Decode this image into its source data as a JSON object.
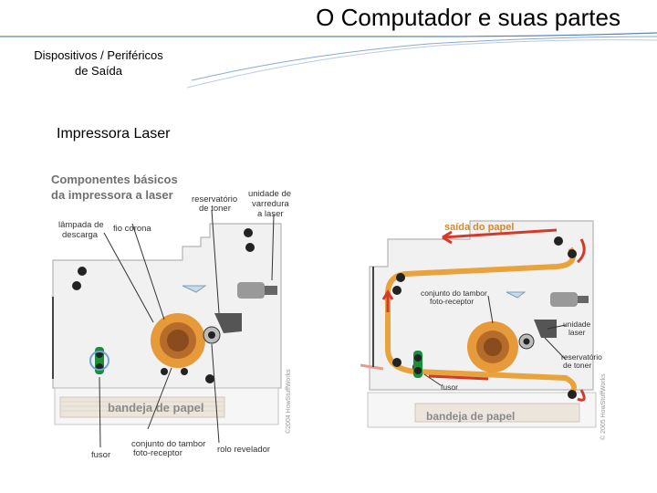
{
  "title": "O Computador e suas partes",
  "subtitle_line1": "Dispositivos / Periféricos",
  "subtitle_line2": "de Saída",
  "section_label": "Impressora Laser",
  "left_figure": {
    "heading_line1": "Componentes básicos",
    "heading_line2": "da impressora a laser",
    "lampada_1": "lâmpada de",
    "lampada_2": "descarga",
    "fio_corona": "fio corona",
    "reservatorio_1": "reservatório",
    "reservatorio_2": "de toner",
    "unidade_1": "unidade de",
    "unidade_2": "varredura",
    "unidade_3": "a laser",
    "bandeja": "bandeja de papel",
    "conjunto_1": "conjunto do tambor",
    "conjunto_2": "foto-receptor",
    "fusor": "fusor",
    "rolo": "rolo revelador",
    "copyright": "©2004 HowStuffWorks"
  },
  "right_figure": {
    "saida": "saída do papel",
    "conjunto_1": "conjunto do tambor",
    "conjunto_2": "foto-receptor",
    "unidade_1": "unidade",
    "unidade_2": "laser",
    "reservatorio_1": "reservatório",
    "reservatorio_2": "de toner",
    "fusor": "fusor",
    "bandeja": "bandeja de papel",
    "copyright": "© 2005 HowStuffWorks"
  }
}
